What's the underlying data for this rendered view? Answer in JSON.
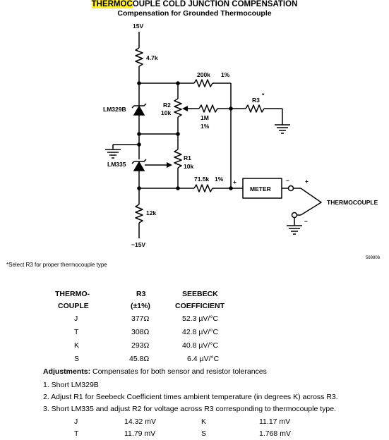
{
  "title": {
    "highlighted": "THERMOC",
    "rest": "OUPLE COLD JUNCTION COMPENSATION",
    "subtitle": "Compensation for Grounded Thermocouple"
  },
  "schematic": {
    "v_pos": "15V",
    "v_neg": "−15V",
    "r_top": "4.7k",
    "r_200k": "200k",
    "r_200k_tol": "1%",
    "r3": "R3",
    "r3_star": "*",
    "lm329b": "LM329B",
    "r2": "R2",
    "r2_val": "10k",
    "r_1m": "1M",
    "r_1m_tol": "1%",
    "lm335": "LM335",
    "r1": "R1",
    "r1_val": "10k",
    "r_71k": "71.5k",
    "r_71k_tol": "1%",
    "plus_node": "+",
    "meter": "METER",
    "meter_minus": "−",
    "meter_plus": "+",
    "tc_minus": "−",
    "thermocouple": "THERMOCOUPLE",
    "r_bottom": "12k",
    "fig_id": "569806"
  },
  "footnote": "*Select R3 for proper thermocouple type",
  "table": {
    "headers": [
      [
        "THERMO-",
        "COUPLE"
      ],
      [
        "R3",
        "(±1%)"
      ],
      [
        "SEEBECK",
        "COEFFICIENT"
      ]
    ],
    "rows": [
      [
        "J",
        "377Ω",
        "52.3 µV/°C"
      ],
      [
        "T",
        "308Ω",
        "42.8 µV/°C"
      ],
      [
        "K",
        "293Ω",
        "40.8 µV/°C"
      ],
      [
        "S",
        "45.8Ω",
        "6.4 µV/°C"
      ]
    ]
  },
  "adjustments": {
    "label": "Adjustments:",
    "intro": " Compensates for both sensor and resistor tolerances",
    "steps": [
      "1. Short LM329B",
      "2. Adjust R1 for Seebeck Coefficient times ambient temperature (in degrees K) across R3.",
      "3. Short LM335 and adjust R2 for voltage across R3 corresponding to thermocouple type."
    ],
    "values": [
      [
        "J",
        "14.32 mV",
        "K",
        "11.17 mV"
      ],
      [
        "T",
        "11.79 mV",
        "S",
        "1.768 mV"
      ]
    ]
  }
}
